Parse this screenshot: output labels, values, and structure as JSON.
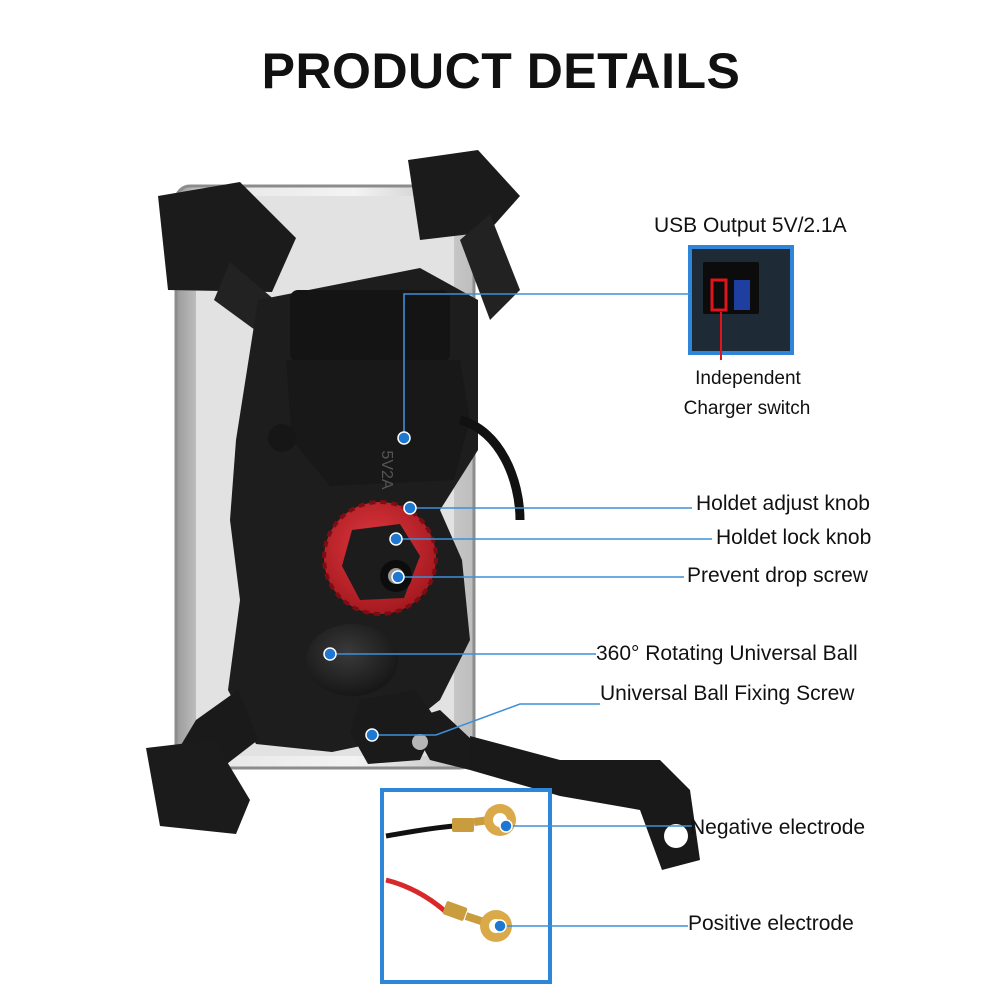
{
  "title": "PRODUCT DETAILS",
  "callouts": {
    "usb_output": "USB Output 5V/2.1A",
    "independent": "Independent",
    "charger_switch": "Charger switch",
    "adjust_knob": "Holdet adjust knob",
    "lock_knob": "Holdet lock knob",
    "drop_screw": "Prevent drop screw",
    "rotating_ball": "360° Rotating Universal Ball",
    "ball_fixing_screw": "Universal Ball Fixing Screw",
    "negative": "Negative electrode",
    "positive": "Positive electrode"
  },
  "product_label": "5V2A",
  "colors": {
    "callout_line": "#3d8fd6",
    "callout_dot": "#1e78d2",
    "frame_blue": "#2f86d8",
    "holder_black": "#1b1b1b",
    "knob_red": "#c8202a",
    "switch_red": "#e0141c",
    "wire_red": "#d8282a",
    "terminal_gold": "#d9a94a"
  }
}
